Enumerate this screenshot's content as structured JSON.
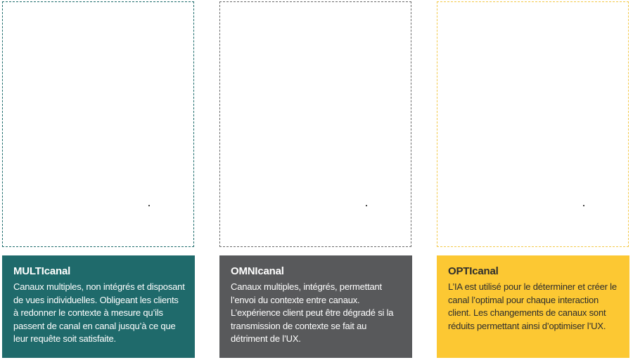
{
  "colors": {
    "teal": "#1f6a6b",
    "grey": "#58595b",
    "yellow": "#fcc833"
  },
  "panels": [
    {
      "title": "MULTIcanal",
      "body": "Canaux multiples, non intégrés et disposant de vues individuelles. Obligeant les clients à redonner le contexte à mesure qu’ils passent de canal en canal jusqu’à ce que leur requête soit satisfaite."
    },
    {
      "title": "OMNIcanal",
      "body": "Canaux multiples, intégrés, permettant l’envoi du contexte entre canaux. L’expérience client peut être dégradé si la transmission de contexte se fait au détriment de l’UX."
    },
    {
      "title": "OPTIcanal",
      "body": "L’IA est utilisé pour le déterminer et créer le canal l’optimal pour chaque interaction client. Les changements de canaux sont réduits permettant ainsi d’optimiser l’UX."
    }
  ]
}
